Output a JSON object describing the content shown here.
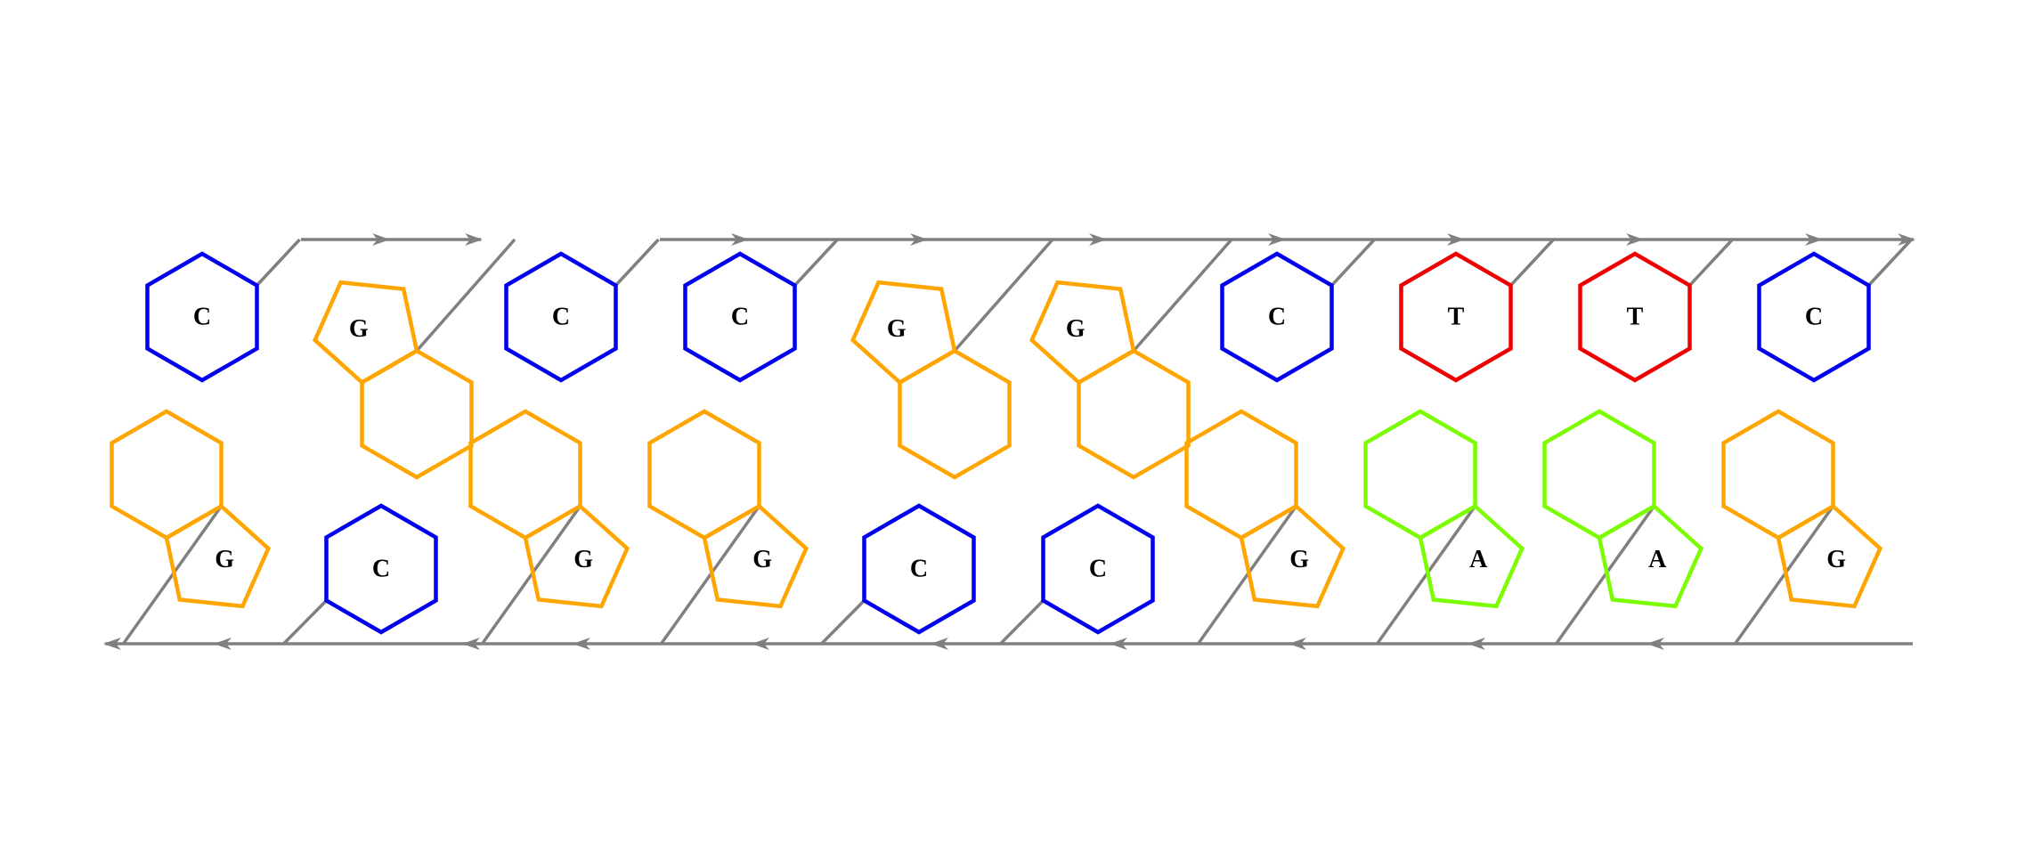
{
  "colors": {
    "C": "#0000ee",
    "G": "#ffa500",
    "T": "#ee0000",
    "A": "#7cfc00",
    "backbone": "#808080"
  },
  "segments": [
    {
      "top": [
        {
          "base": "C"
        },
        {
          "base": "G"
        }
      ],
      "bottom": [
        {
          "base": "G"
        },
        {
          "base": "C"
        }
      ]
    },
    {
      "top": [
        {
          "base": "C"
        },
        {
          "base": "C"
        },
        {
          "base": "G"
        },
        {
          "base": "G"
        },
        {
          "base": "C"
        },
        {
          "base": "T"
        },
        {
          "base": "T"
        },
        {
          "base": "C"
        }
      ],
      "bottom": [
        {
          "base": "G"
        },
        {
          "base": "G"
        },
        {
          "base": "C"
        },
        {
          "base": "C"
        },
        {
          "base": "G"
        },
        {
          "base": "A"
        },
        {
          "base": "A"
        },
        {
          "base": "G"
        }
      ]
    }
  ]
}
